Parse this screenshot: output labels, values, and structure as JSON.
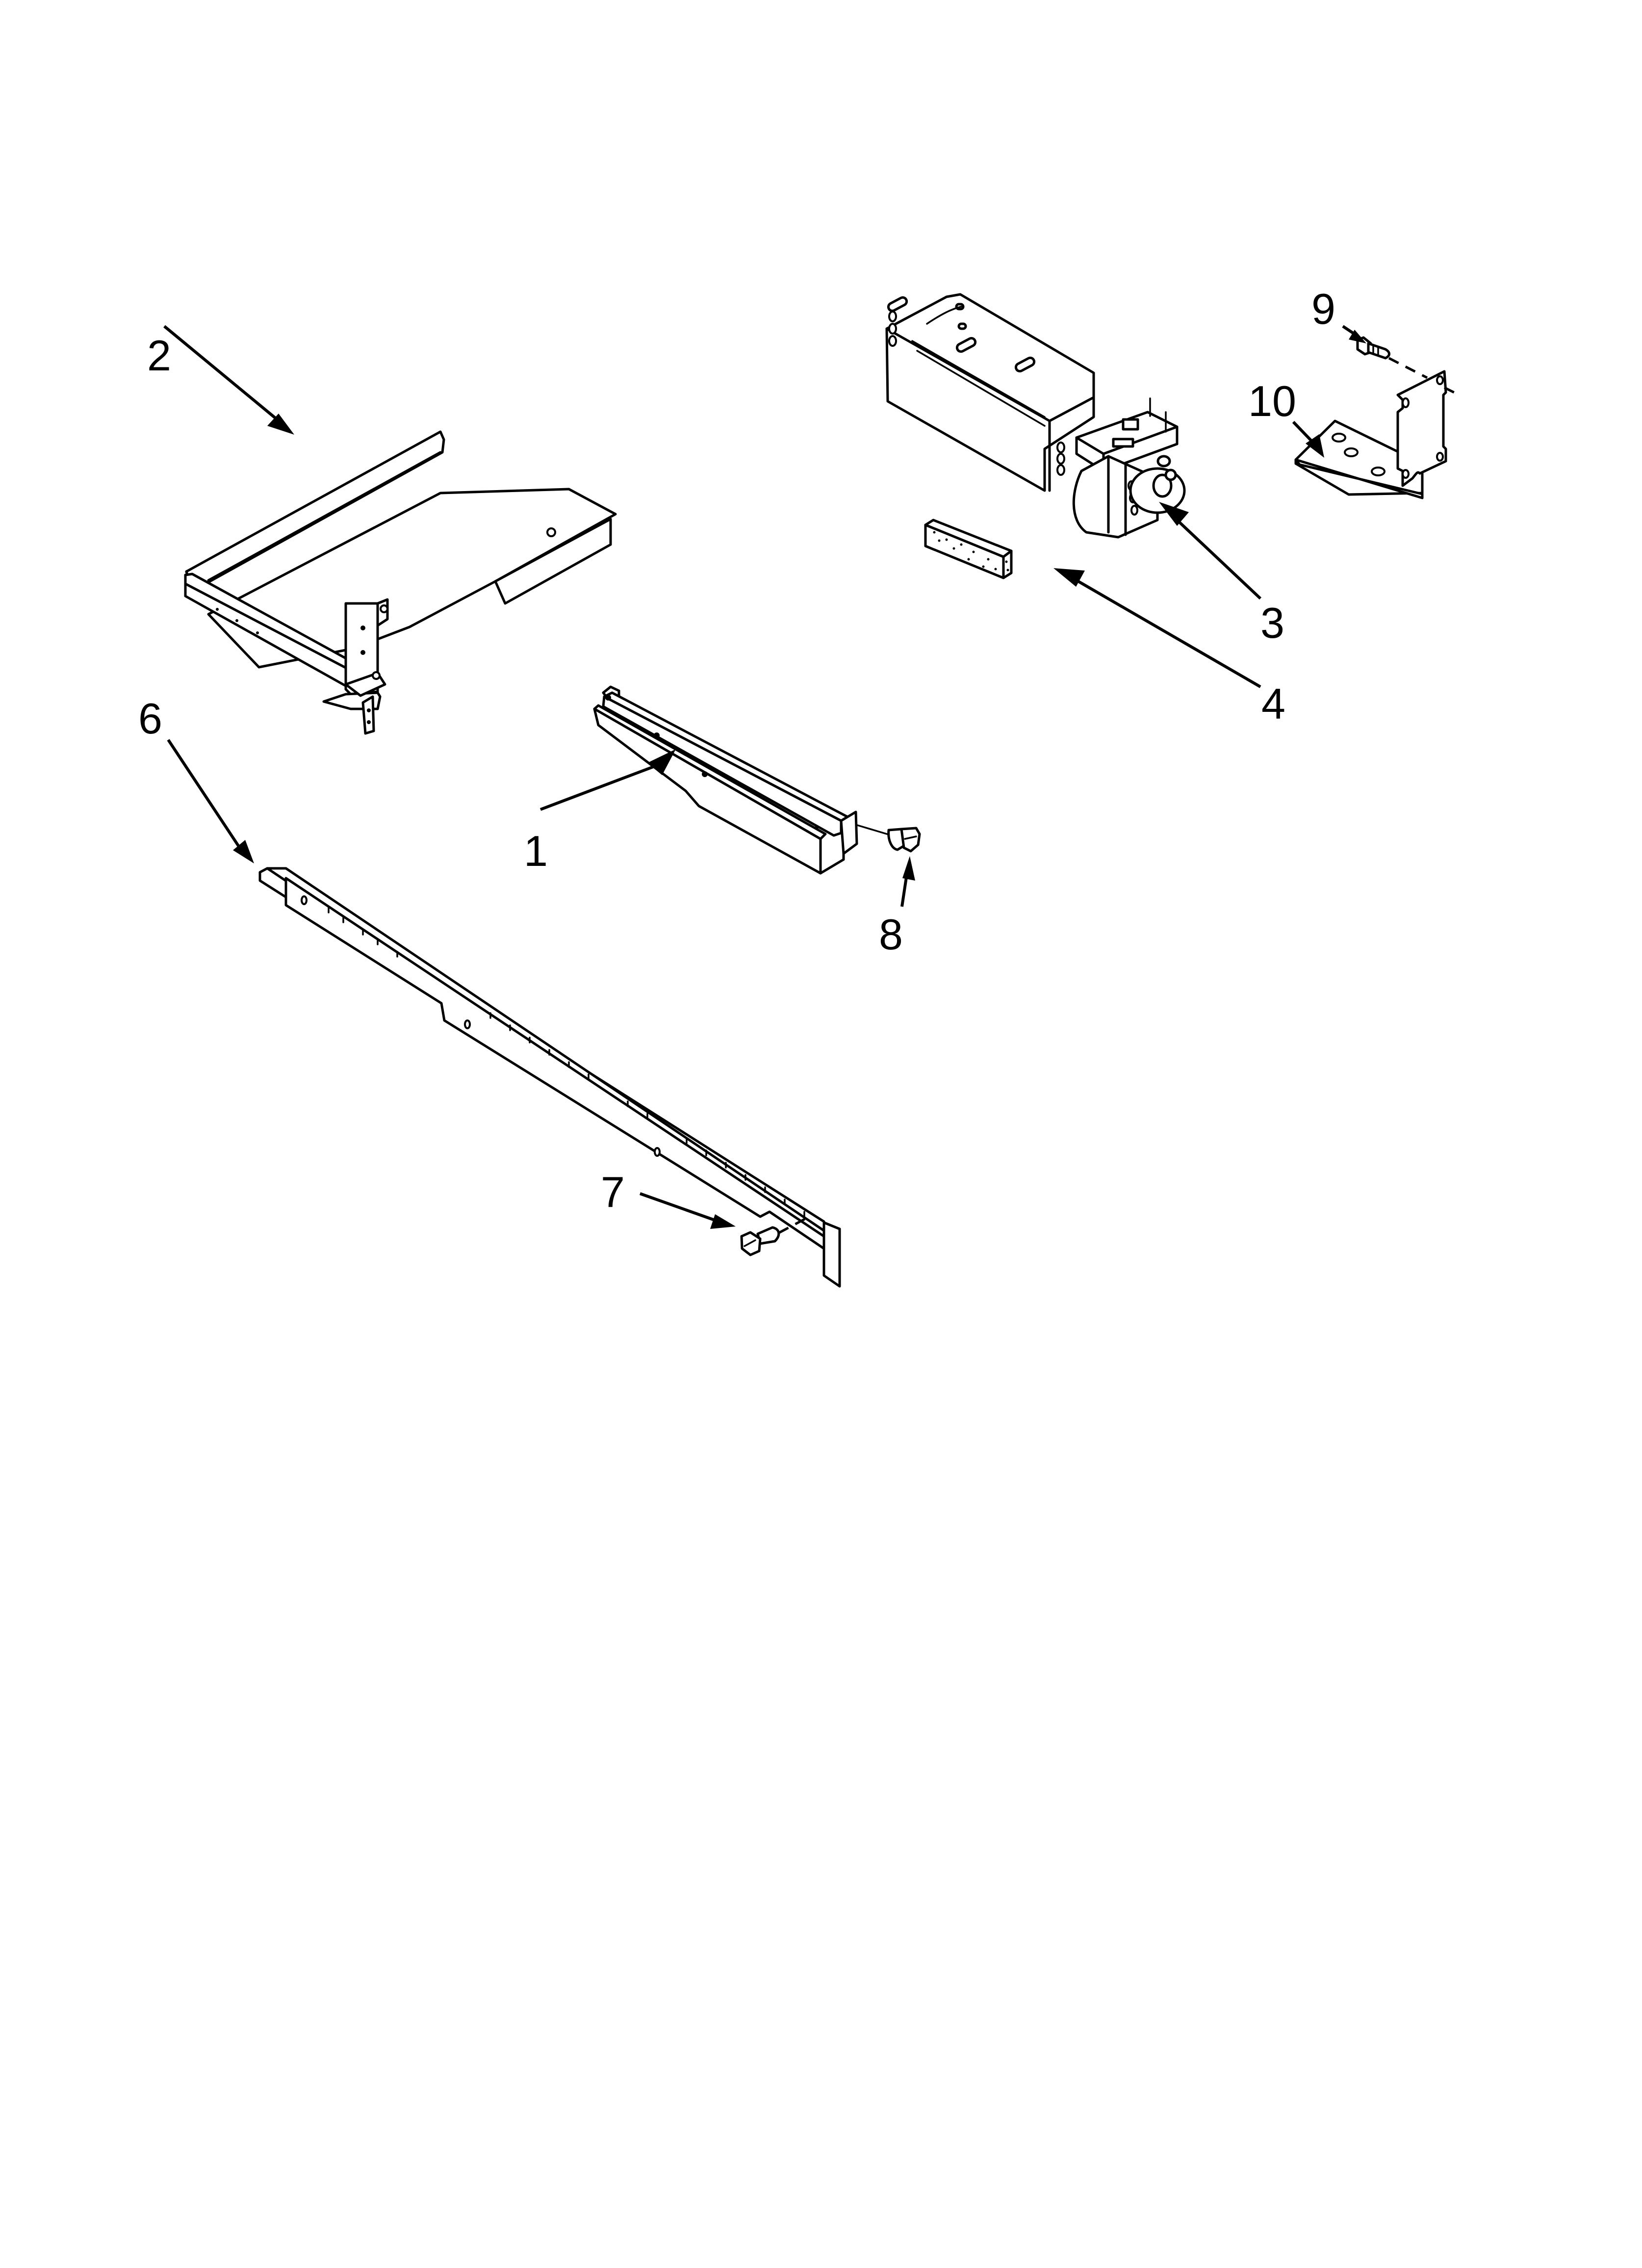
{
  "diagram": {
    "type": "exploded-parts-diagram",
    "background": "#ffffff",
    "line_color": "#000000",
    "callouts": [
      {
        "id": "1",
        "label": "1",
        "part": "mounting-bracket-channel"
      },
      {
        "id": "2",
        "label": "2",
        "part": "shelf-panel"
      },
      {
        "id": "3",
        "label": "3",
        "part": "gas-valve-regulator-assembly"
      },
      {
        "id": "4",
        "label": "4",
        "part": "insulation-block"
      },
      {
        "id": "6",
        "label": "6",
        "part": "long-angle-rail"
      },
      {
        "id": "7",
        "label": "7",
        "part": "screw"
      },
      {
        "id": "8",
        "label": "8",
        "part": "screw"
      },
      {
        "id": "9",
        "label": "9",
        "part": "screw"
      },
      {
        "id": "10",
        "label": "10",
        "part": "l-bracket"
      }
    ]
  }
}
